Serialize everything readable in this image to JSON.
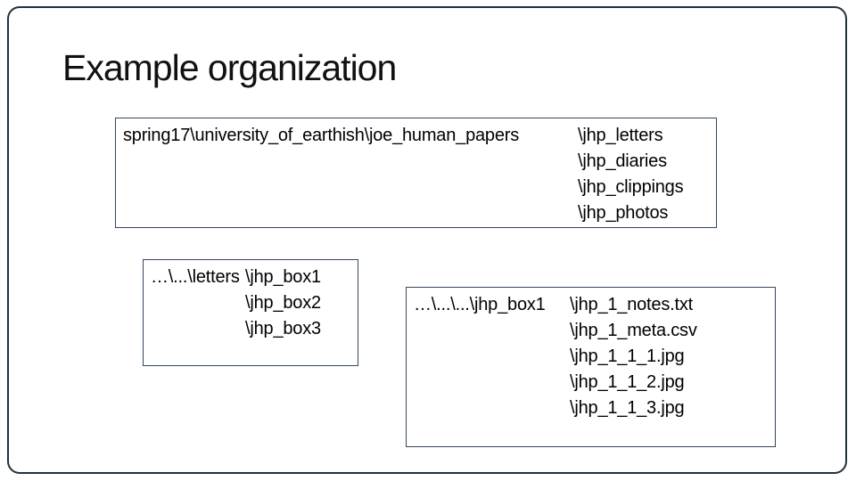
{
  "slide": {
    "title": "Example organization"
  },
  "colors": {
    "background": "#ffffff",
    "frame_border": "#20333b",
    "box_border": "#33475a",
    "text": "#000000"
  },
  "boxes": [
    {
      "name": "root-folder-paths",
      "prefix": "spring17\\university_of_earthish\\joe_human_papers",
      "items": [
        "\\jhp_letters",
        "\\jhp_diaries",
        "\\jhp_clippings",
        "\\jhp_photos"
      ]
    },
    {
      "name": "letters-subfolders",
      "prefix": "…\\...\\letters",
      "items": [
        "\\jhp_box1",
        "\\jhp_box2",
        "\\jhp_box3"
      ]
    },
    {
      "name": "box1-files",
      "prefix": "…\\...\\...\\jhp_box1",
      "items": [
        "\\jhp_1_notes.txt",
        "\\jhp_1_meta.csv",
        "\\jhp_1_1_1.jpg",
        "\\jhp_1_1_2.jpg",
        "\\jhp_1_1_3.jpg"
      ]
    }
  ]
}
